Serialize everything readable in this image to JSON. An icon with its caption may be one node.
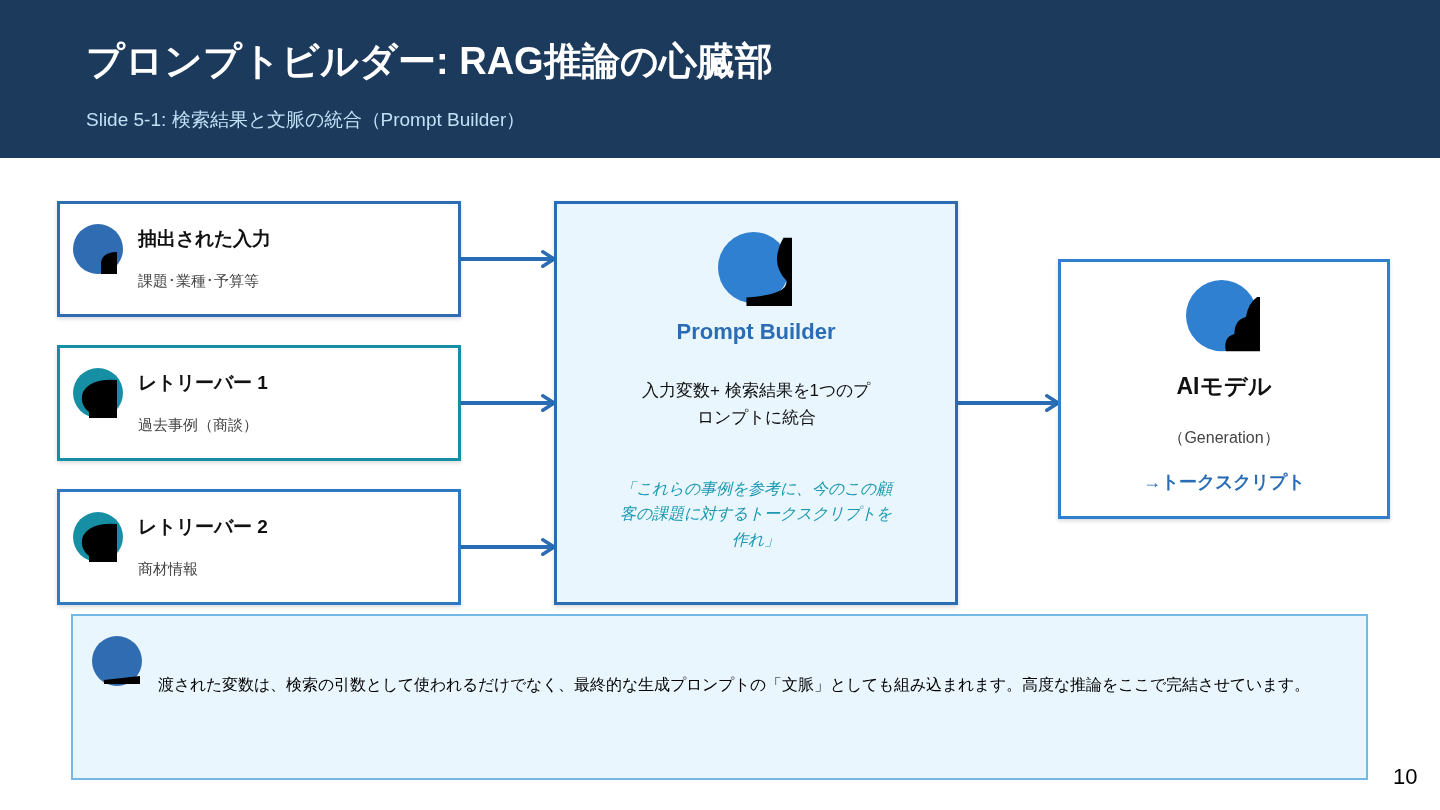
{
  "diagram": {
    "title": "プロンプトビルダー: RAG推論の心臓部",
    "nodes": [
      {
        "text": [
          "抽出された入力",
          "課題･業種･予算等"
        ]
      },
      {
        "text": [
          "レトリーバー 1",
          "過去事例（商談）"
        ]
      },
      {
        "text": [
          "レトリーバー 2",
          "商材情報"
        ]
      },
      {
        "text": [
          "Prompt Builder",
          "入力変数+ 検索結果を1つのプロンプトに統合",
          "「これらの事例を参考に、今のこの顧客の課題に対するトークスクリプトを作れ」"
        ]
      },
      {
        "text": [
          "AIモデル",
          "（Generation）",
          "→トークスクリプト"
        ]
      },
      {
        "text": [
          "渡された変数は、検索の引数として使われるだけでなく、最終的な生成プロンプトの「文脈」としても組み込まれます。高度な推論をここで完結させています。"
        ]
      }
    ],
    "edges": [
      {
        "from": 0,
        "to": 3,
        "arrow": "to"
      },
      {
        "from": 1,
        "to": 3,
        "arrow": "to"
      },
      {
        "from": 2,
        "to": 3,
        "arrow": "to"
      },
      {
        "from": 3,
        "to": 4,
        "arrow": "to"
      }
    ],
    "labels": [
      "Slide 5-1: 検索結果と文脈の統合（Prompt Builder）",
      "10"
    ]
  }
}
